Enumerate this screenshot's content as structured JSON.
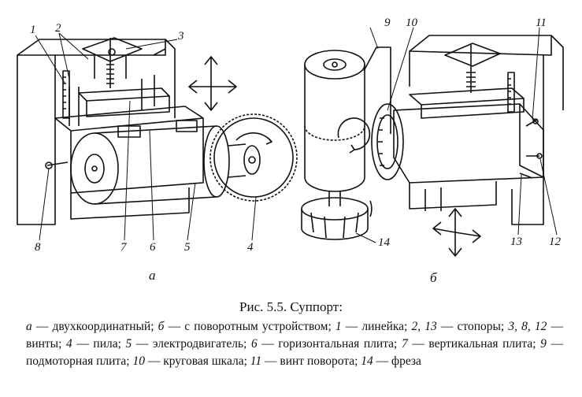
{
  "figure": {
    "sublabels": {
      "a": "а",
      "b": "б"
    },
    "callouts": [
      "1",
      "2",
      "3",
      "4",
      "5",
      "6",
      "7",
      "8",
      "9",
      "10",
      "11",
      "12",
      "13",
      "14"
    ]
  },
  "caption": {
    "title": "Рис. 5.5. Суппорт:",
    "legend": [
      {
        "key": "а",
        "text": " — двухкоординатный; "
      },
      {
        "key": "б",
        "text": " — с поворотным устройством; "
      },
      {
        "key": "1",
        "text": " — линейка; "
      },
      {
        "key": "2, 13",
        "text": " — стопоры; "
      },
      {
        "key": "3, 8, 12",
        "text": " — винты; "
      },
      {
        "key": "4",
        "text": " — пила; "
      },
      {
        "key": "5",
        "text": " — электродвигатель; "
      },
      {
        "key": "6",
        "text": " — горизонтальная плита; "
      },
      {
        "key": "7",
        "text": " — вертикальная плита; "
      },
      {
        "key": "9",
        "text": " — подмоторная плита; "
      },
      {
        "key": "10",
        "text": " — круговая шкала; "
      },
      {
        "key": "11",
        "text": " — винт поворота; "
      },
      {
        "key": "14",
        "text": " — фреза"
      }
    ]
  }
}
